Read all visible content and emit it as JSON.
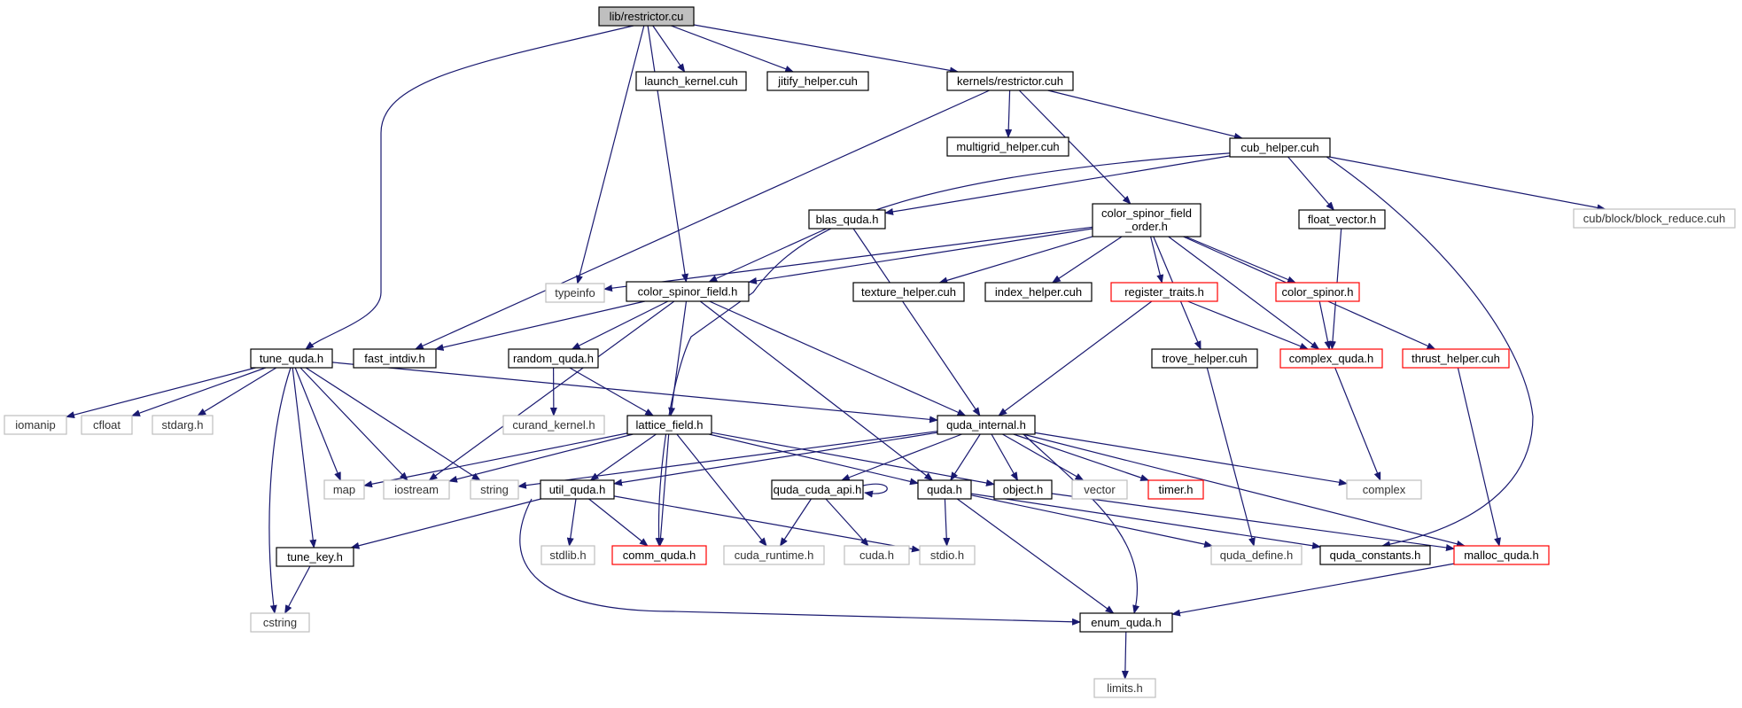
{
  "diagram": {
    "colors": {
      "edge": "#191970",
      "box_normal": "#000000",
      "box_gray": "#bfbfbf",
      "box_red": "#ff0000",
      "root_fill": "#bfbfbf"
    },
    "nodes": [
      {
        "id": "restrictor_cu",
        "label": "lib/restrictor.cu",
        "style": "root"
      },
      {
        "id": "launch_kernel",
        "label": "launch_kernel.cuh",
        "style": "normal"
      },
      {
        "id": "jitify_helper",
        "label": "jitify_helper.cuh",
        "style": "normal"
      },
      {
        "id": "kernels_restrictor",
        "label": "kernels/restrictor.cuh",
        "style": "normal"
      },
      {
        "id": "multigrid_helper",
        "label": "multigrid_helper.cuh",
        "style": "normal"
      },
      {
        "id": "cub_helper",
        "label": "cub_helper.cuh",
        "style": "normal"
      },
      {
        "id": "cub_block_reduce",
        "label": "cub/block/block_reduce.cuh",
        "style": "gray"
      },
      {
        "id": "blas_quda",
        "label": "blas_quda.h",
        "style": "normal"
      },
      {
        "id": "cs_field_order",
        "label": "color_spinor_field_order.h",
        "lines": [
          "color_spinor_field",
          "_order.h"
        ],
        "style": "normal"
      },
      {
        "id": "float_vector",
        "label": "float_vector.h",
        "style": "normal"
      },
      {
        "id": "typeinfo",
        "label": "typeinfo",
        "style": "gray"
      },
      {
        "id": "color_spinor_field",
        "label": "color_spinor_field.h",
        "style": "normal"
      },
      {
        "id": "texture_helper",
        "label": "texture_helper.cuh",
        "style": "normal"
      },
      {
        "id": "index_helper",
        "label": "index_helper.cuh",
        "style": "normal"
      },
      {
        "id": "register_traits",
        "label": "register_traits.h",
        "style": "red"
      },
      {
        "id": "color_spinor",
        "label": "color_spinor.h",
        "style": "red"
      },
      {
        "id": "tune_quda",
        "label": "tune_quda.h",
        "style": "normal"
      },
      {
        "id": "fast_intdiv",
        "label": "fast_intdiv.h",
        "style": "normal"
      },
      {
        "id": "random_quda",
        "label": "random_quda.h",
        "style": "normal"
      },
      {
        "id": "trove_helper",
        "label": "trove_helper.cuh",
        "style": "normal"
      },
      {
        "id": "complex_quda",
        "label": "complex_quda.h",
        "style": "red"
      },
      {
        "id": "thrust_helper",
        "label": "thrust_helper.cuh",
        "style": "red"
      },
      {
        "id": "iomanip",
        "label": "iomanip",
        "style": "gray"
      },
      {
        "id": "cfloat",
        "label": "cfloat",
        "style": "gray"
      },
      {
        "id": "stdarg",
        "label": "stdarg.h",
        "style": "gray"
      },
      {
        "id": "curand_kernel",
        "label": "curand_kernel.h",
        "style": "gray"
      },
      {
        "id": "lattice_field",
        "label": "lattice_field.h",
        "style": "normal"
      },
      {
        "id": "quda_internal",
        "label": "quda_internal.h",
        "style": "normal"
      },
      {
        "id": "map",
        "label": "map",
        "style": "gray"
      },
      {
        "id": "iostream",
        "label": "iostream",
        "style": "gray"
      },
      {
        "id": "string",
        "label": "string",
        "style": "gray"
      },
      {
        "id": "util_quda",
        "label": "util_quda.h",
        "style": "normal"
      },
      {
        "id": "quda_cuda_api",
        "label": "quda_cuda_api.h",
        "style": "normal"
      },
      {
        "id": "quda_h",
        "label": "quda.h",
        "style": "normal"
      },
      {
        "id": "object_h",
        "label": "object.h",
        "style": "normal"
      },
      {
        "id": "vector",
        "label": "vector",
        "style": "gray"
      },
      {
        "id": "timer_h",
        "label": "timer.h",
        "style": "red"
      },
      {
        "id": "complex",
        "label": "complex",
        "style": "gray"
      },
      {
        "id": "tune_key",
        "label": "tune_key.h",
        "style": "normal"
      },
      {
        "id": "stdlib",
        "label": "stdlib.h",
        "style": "gray"
      },
      {
        "id": "comm_quda",
        "label": "comm_quda.h",
        "style": "red"
      },
      {
        "id": "cuda_runtime",
        "label": "cuda_runtime.h",
        "style": "gray"
      },
      {
        "id": "cuda_h",
        "label": "cuda.h",
        "style": "gray"
      },
      {
        "id": "stdio",
        "label": "stdio.h",
        "style": "gray"
      },
      {
        "id": "quda_define",
        "label": "quda_define.h",
        "style": "gray"
      },
      {
        "id": "quda_constants",
        "label": "quda_constants.h",
        "style": "normal"
      },
      {
        "id": "malloc_quda",
        "label": "malloc_quda.h",
        "style": "red"
      },
      {
        "id": "cstring",
        "label": "cstring",
        "style": "gray"
      },
      {
        "id": "enum_quda",
        "label": "enum_quda.h",
        "style": "normal"
      },
      {
        "id": "limits",
        "label": "limits.h",
        "style": "gray"
      }
    ],
    "edges": [
      [
        "restrictor_cu",
        "launch_kernel"
      ],
      [
        "restrictor_cu",
        "jitify_helper"
      ],
      [
        "restrictor_cu",
        "kernels_restrictor"
      ],
      [
        "restrictor_cu",
        "tune_quda"
      ],
      [
        "restrictor_cu",
        "typeinfo"
      ],
      [
        "restrictor_cu",
        "color_spinor_field"
      ],
      [
        "kernels_restrictor",
        "multigrid_helper"
      ],
      [
        "kernels_restrictor",
        "cub_helper"
      ],
      [
        "kernels_restrictor",
        "cs_field_order"
      ],
      [
        "kernels_restrictor",
        "fast_intdiv"
      ],
      [
        "cub_helper",
        "cub_block_reduce"
      ],
      [
        "cub_helper",
        "float_vector"
      ],
      [
        "cub_helper",
        "blas_quda"
      ],
      [
        "cub_helper",
        "comm_quda"
      ],
      [
        "cub_helper",
        "quda_constants"
      ],
      [
        "blas_quda",
        "color_spinor_field"
      ],
      [
        "blas_quda",
        "quda_internal"
      ],
      [
        "cs_field_order",
        "typeinfo"
      ],
      [
        "cs_field_order",
        "color_spinor_field"
      ],
      [
        "cs_field_order",
        "texture_helper"
      ],
      [
        "cs_field_order",
        "index_helper"
      ],
      [
        "cs_field_order",
        "register_traits"
      ],
      [
        "cs_field_order",
        "color_spinor"
      ],
      [
        "cs_field_order",
        "trove_helper"
      ],
      [
        "cs_field_order",
        "complex_quda"
      ],
      [
        "cs_field_order",
        "thrust_helper"
      ],
      [
        "float_vector",
        "complex_quda"
      ],
      [
        "color_spinor_field",
        "fast_intdiv"
      ],
      [
        "color_spinor_field",
        "random_quda"
      ],
      [
        "color_spinor_field",
        "lattice_field"
      ],
      [
        "color_spinor_field",
        "quda_internal"
      ],
      [
        "color_spinor_field",
        "iostream"
      ],
      [
        "color_spinor_field",
        "quda_h"
      ],
      [
        "register_traits",
        "quda_internal"
      ],
      [
        "register_traits",
        "complex_quda"
      ],
      [
        "color_spinor",
        "complex_quda"
      ],
      [
        "tune_quda",
        "iomanip"
      ],
      [
        "tune_quda",
        "cfloat"
      ],
      [
        "tune_quda",
        "stdarg"
      ],
      [
        "tune_quda",
        "map"
      ],
      [
        "tune_quda",
        "iostream"
      ],
      [
        "tune_quda",
        "string"
      ],
      [
        "tune_quda",
        "tune_key"
      ],
      [
        "tune_quda",
        "cstring"
      ],
      [
        "tune_quda",
        "quda_internal"
      ],
      [
        "random_quda",
        "curand_kernel"
      ],
      [
        "random_quda",
        "lattice_field"
      ],
      [
        "trove_helper",
        "quda_define"
      ],
      [
        "complex_quda",
        "complex"
      ],
      [
        "thrust_helper",
        "malloc_quda"
      ],
      [
        "lattice_field",
        "map"
      ],
      [
        "lattice_field",
        "iostream"
      ],
      [
        "lattice_field",
        "util_quda"
      ],
      [
        "lattice_field",
        "comm_quda"
      ],
      [
        "lattice_field",
        "cuda_runtime"
      ],
      [
        "lattice_field",
        "quda_h"
      ],
      [
        "lattice_field",
        "object_h"
      ],
      [
        "quda_internal",
        "string"
      ],
      [
        "quda_internal",
        "util_quda"
      ],
      [
        "quda_internal",
        "quda_cuda_api"
      ],
      [
        "quda_internal",
        "quda_h"
      ],
      [
        "quda_internal",
        "object_h"
      ],
      [
        "quda_internal",
        "vector"
      ],
      [
        "quda_internal",
        "timer_h"
      ],
      [
        "quda_internal",
        "complex"
      ],
      [
        "quda_internal",
        "malloc_quda"
      ],
      [
        "quda_internal",
        "enum_quda"
      ],
      [
        "util_quda",
        "tune_key"
      ],
      [
        "util_quda",
        "stdlib"
      ],
      [
        "util_quda",
        "comm_quda"
      ],
      [
        "util_quda",
        "stdio"
      ],
      [
        "util_quda",
        "enum_quda"
      ],
      [
        "quda_cuda_api",
        "quda_cuda_api"
      ],
      [
        "quda_cuda_api",
        "cuda_runtime"
      ],
      [
        "quda_cuda_api",
        "cuda_h"
      ],
      [
        "quda_h",
        "stdio"
      ],
      [
        "quda_h",
        "quda_define"
      ],
      [
        "quda_h",
        "quda_constants"
      ],
      [
        "quda_h",
        "enum_quda"
      ],
      [
        "object_h",
        "malloc_quda"
      ],
      [
        "malloc_quda",
        "enum_quda"
      ],
      [
        "tune_key",
        "cstring"
      ],
      [
        "enum_quda",
        "limits"
      ]
    ]
  }
}
